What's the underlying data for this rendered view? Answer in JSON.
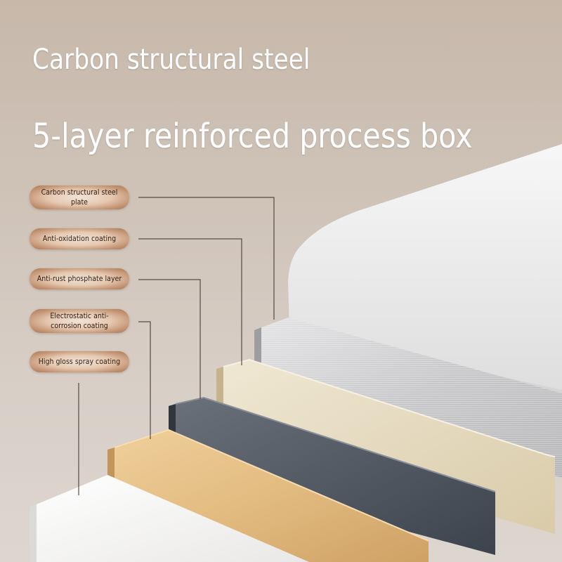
{
  "headings": {
    "title": "Carbon structural steel",
    "subtitle": "5-layer reinforced process box"
  },
  "layers": [
    {
      "label": "Carbon structural steel plate",
      "color": "#c9c9cb"
    },
    {
      "label": "Anti-oxidation coating",
      "color": "#e7dcc2"
    },
    {
      "label": "Anti-rust phosphate layer",
      "color": "#4d5560"
    },
    {
      "label": "Electrostatic anti-corrosion coating",
      "color": "#e3bf86"
    },
    {
      "label": "High gloss spray coating",
      "color": "#f2f1ef"
    }
  ]
}
